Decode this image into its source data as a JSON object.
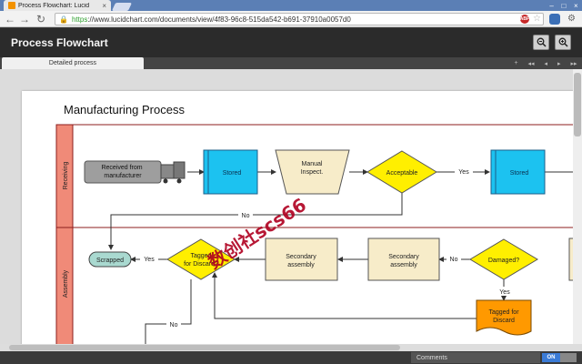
{
  "browser": {
    "tab_title": "Process Flowchart: Lucid",
    "tab_close": "×",
    "url_scheme": "https",
    "url_rest": "://www.lucidchart.com/documents/view/4f83-96c8-515da542-b691-37910a0057d0",
    "window_controls": [
      "–",
      "□",
      "×"
    ],
    "abp_label": "ABP"
  },
  "viewer": {
    "document_title": "Process Flowchart",
    "zoom_out_icon": "magnifier-minus-icon",
    "zoom_in_icon": "magnifier-plus-icon",
    "page_tab": "Detailed process",
    "page_nav": [
      "+",
      "◂◂",
      "◂",
      "▸",
      "▸▸"
    ]
  },
  "diagram": {
    "title": "Manufacturing Process",
    "lanes": [
      {
        "label": "Receiving"
      },
      {
        "label": "Assembly"
      }
    ],
    "nodes": {
      "received": "Received from manufacturer",
      "stored1": "Stored",
      "manual": "Manual Inspect.",
      "acceptable": "Acceptable",
      "stored2": "Stored",
      "scrapped": "Scrapped",
      "tagged_q": "Tagged for Discard?",
      "secondary1": "Secondary assembly",
      "secondary2": "Secondary assembly",
      "damaged": "Damaged?",
      "tagged_doc": "Tagged for Discard"
    },
    "edge_labels": {
      "yes1": "Yes",
      "no1": "No",
      "yes2": "Yes",
      "no2": "No",
      "yes3": "Yes",
      "no3": "No"
    },
    "colors": {
      "lane_header": "#f08a78",
      "process_blue": "#1cc2f0",
      "terminal_gray": "#9e9e9e",
      "manual_cream": "#f7ecc9",
      "decision_yellow": "#ffef00",
      "scrapped_teal": "#a9d9d0",
      "document_orange": "#ff9900"
    }
  },
  "status": {
    "comments_label": "Comments",
    "toggle_label": "ON"
  },
  "watermark": "数创社scs66"
}
